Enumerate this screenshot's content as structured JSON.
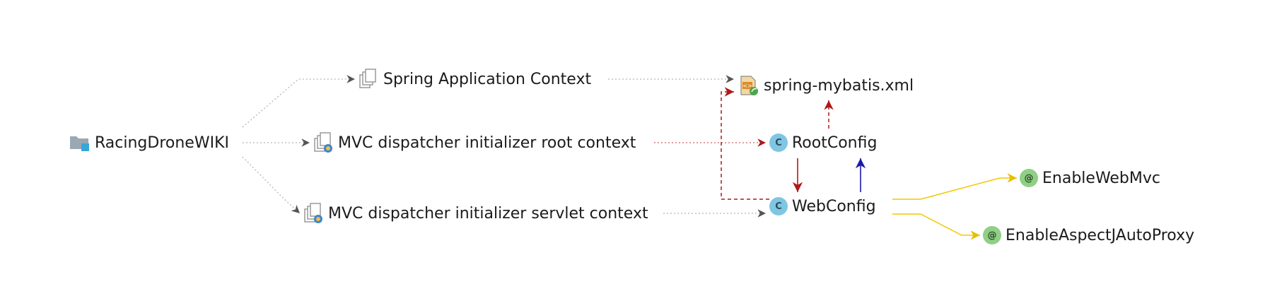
{
  "nodes": {
    "project": {
      "label": "RacingDroneWIKI",
      "icon": "folder-icon"
    },
    "spring_app_context": {
      "label": "Spring Application Context",
      "icon": "context-stack-icon"
    },
    "mvc_root_context": {
      "label": "MVC dispatcher initializer root context",
      "icon": "web-context-icon"
    },
    "mvc_servlet_context": {
      "label": "MVC dispatcher initializer servlet context",
      "icon": "web-context-icon"
    },
    "spring_mybatis": {
      "label": "spring-mybatis.xml",
      "icon": "xml-config-icon"
    },
    "root_config": {
      "label": "RootConfig",
      "icon": "class-icon",
      "badge": "C"
    },
    "web_config": {
      "label": "WebConfig",
      "icon": "class-icon",
      "badge": "C"
    },
    "enable_web_mvc": {
      "label": "EnableWebMvc",
      "icon": "annotation-icon",
      "badge": "@"
    },
    "enable_aspectj": {
      "label": "EnableAspectJAutoProxy",
      "icon": "annotation-icon",
      "badge": "@"
    }
  },
  "colors": {
    "dotted_edge": "#b5b5b5",
    "dependency": "#b01818",
    "import": "#1a1aa8",
    "annotation": "#f0c800",
    "folder": "#9aa8b4",
    "folder_accent": "#39a6d8",
    "class_badge": "#7fc6e2",
    "annotation_badge": "#8fcf86"
  }
}
